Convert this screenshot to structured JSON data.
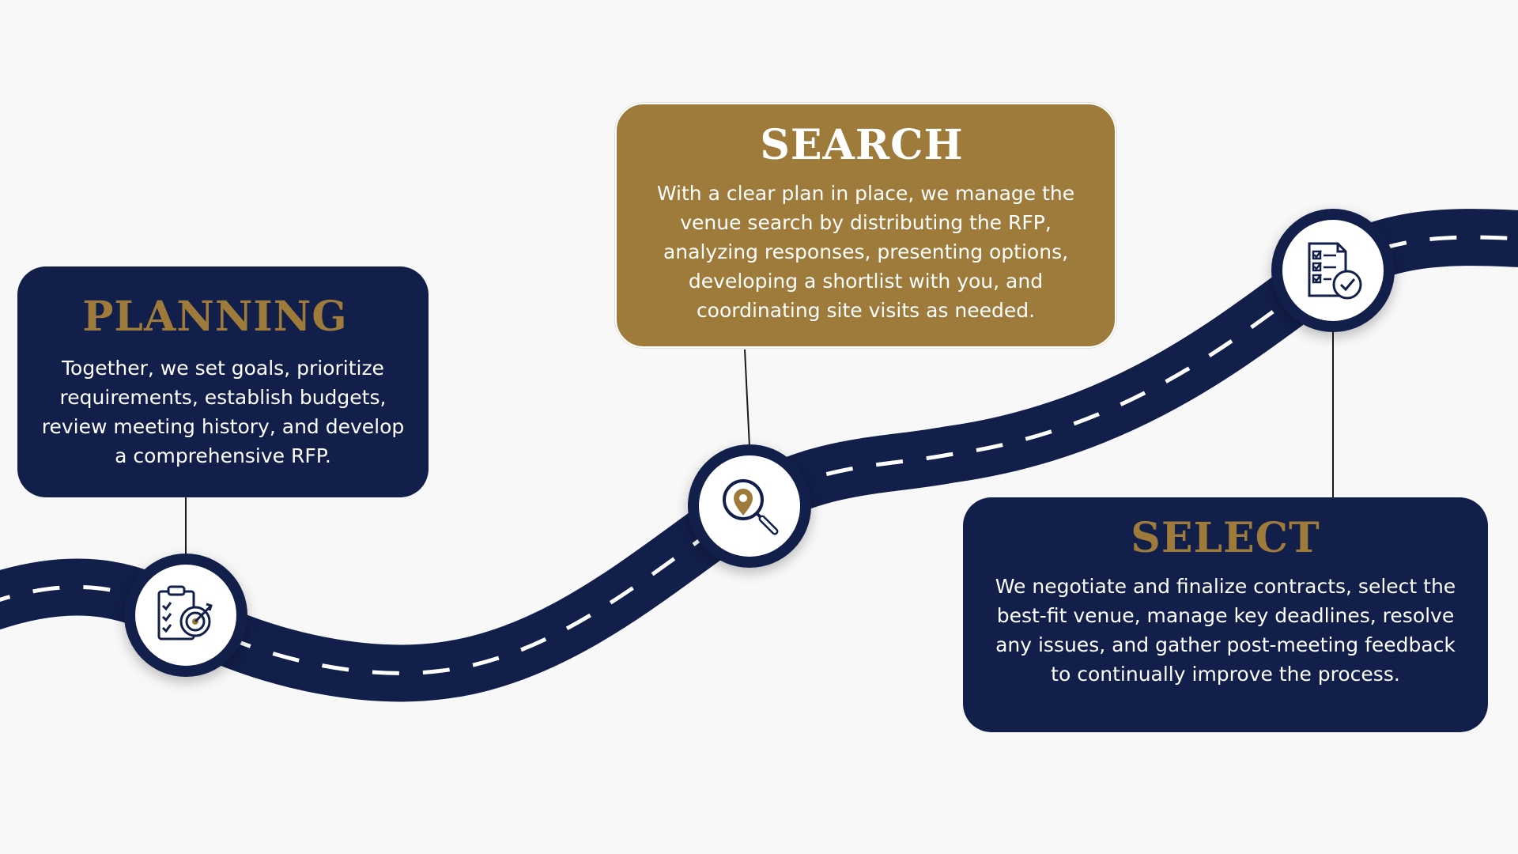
{
  "steps": [
    {
      "title": "PLANNING",
      "body": "Together, we set goals, prioritize requirements, establish budgets, review meeting history, and develop a comprehensive RFP.",
      "icon": "clipboard-target-icon"
    },
    {
      "title": "SEARCH",
      "body": "With a clear plan in place, we manage the venue search by distributing the RFP, analyzing responses, presenting options, developing a shortlist with you, and coordinating site visits as needed.",
      "icon": "magnifier-location-pin-icon"
    },
    {
      "title": "SELECT",
      "body": "We negotiate and finalize contracts, select the best-fit venue, manage key deadlines, resolve any issues, and gather post-meeting feedback to continually improve the process.",
      "icon": "checklist-approved-icon"
    }
  ],
  "colors": {
    "navy": "#121f4a",
    "gold": "#9e7b3a",
    "background": "#f8f8f9",
    "white": "#ffffff"
  }
}
